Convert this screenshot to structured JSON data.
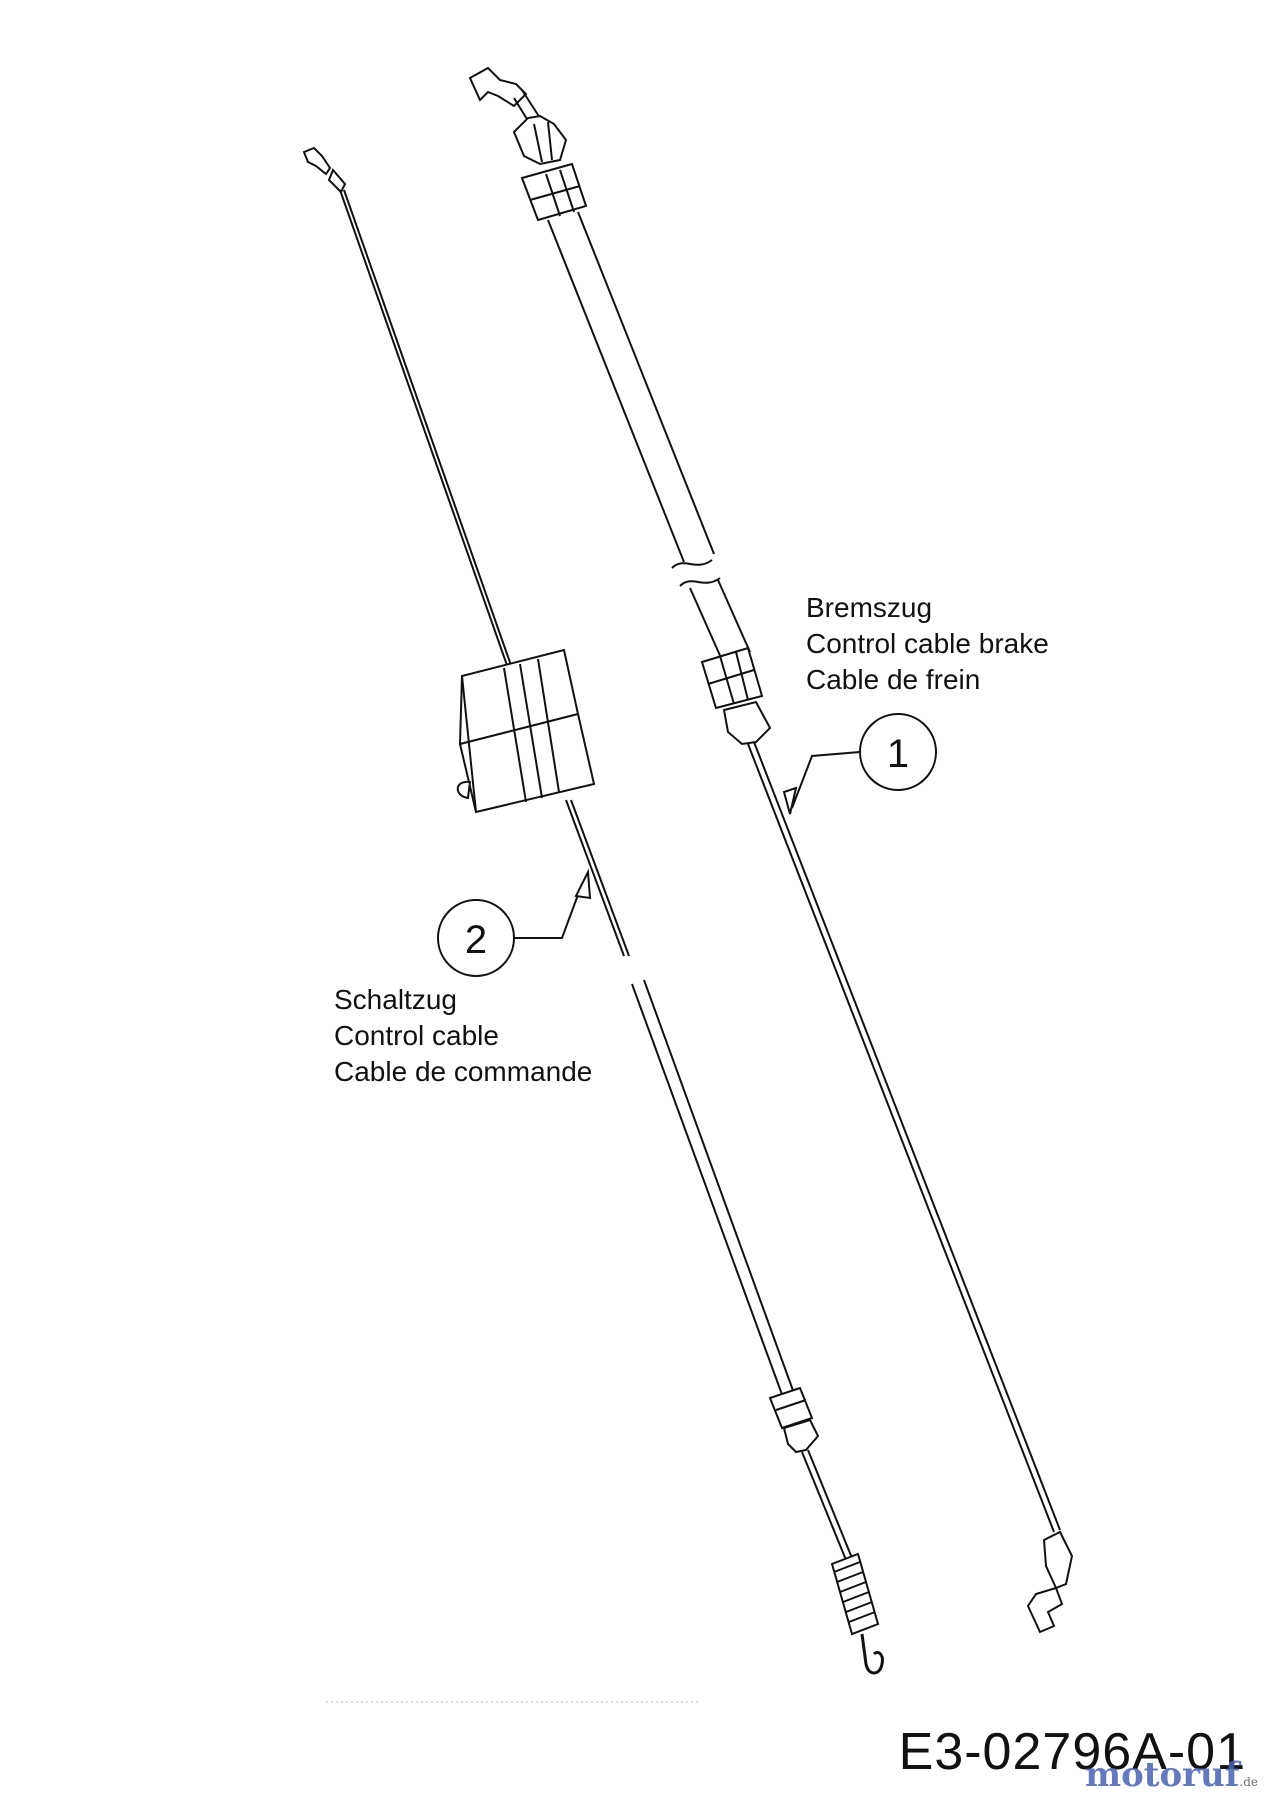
{
  "diagram": {
    "part_code": "E3-02796A-01",
    "watermark": {
      "text": "motoruf",
      "suffix": ".de"
    },
    "callouts": [
      {
        "number": "1",
        "lines": [
          "Bremszug",
          "Control cable brake",
          "Cable de frein"
        ]
      },
      {
        "number": "2",
        "lines": [
          "Schaltzug",
          "Control cable",
          "Cable de commande"
        ]
      }
    ],
    "colors": {
      "line": "#111111",
      "background": "#ffffff"
    }
  }
}
